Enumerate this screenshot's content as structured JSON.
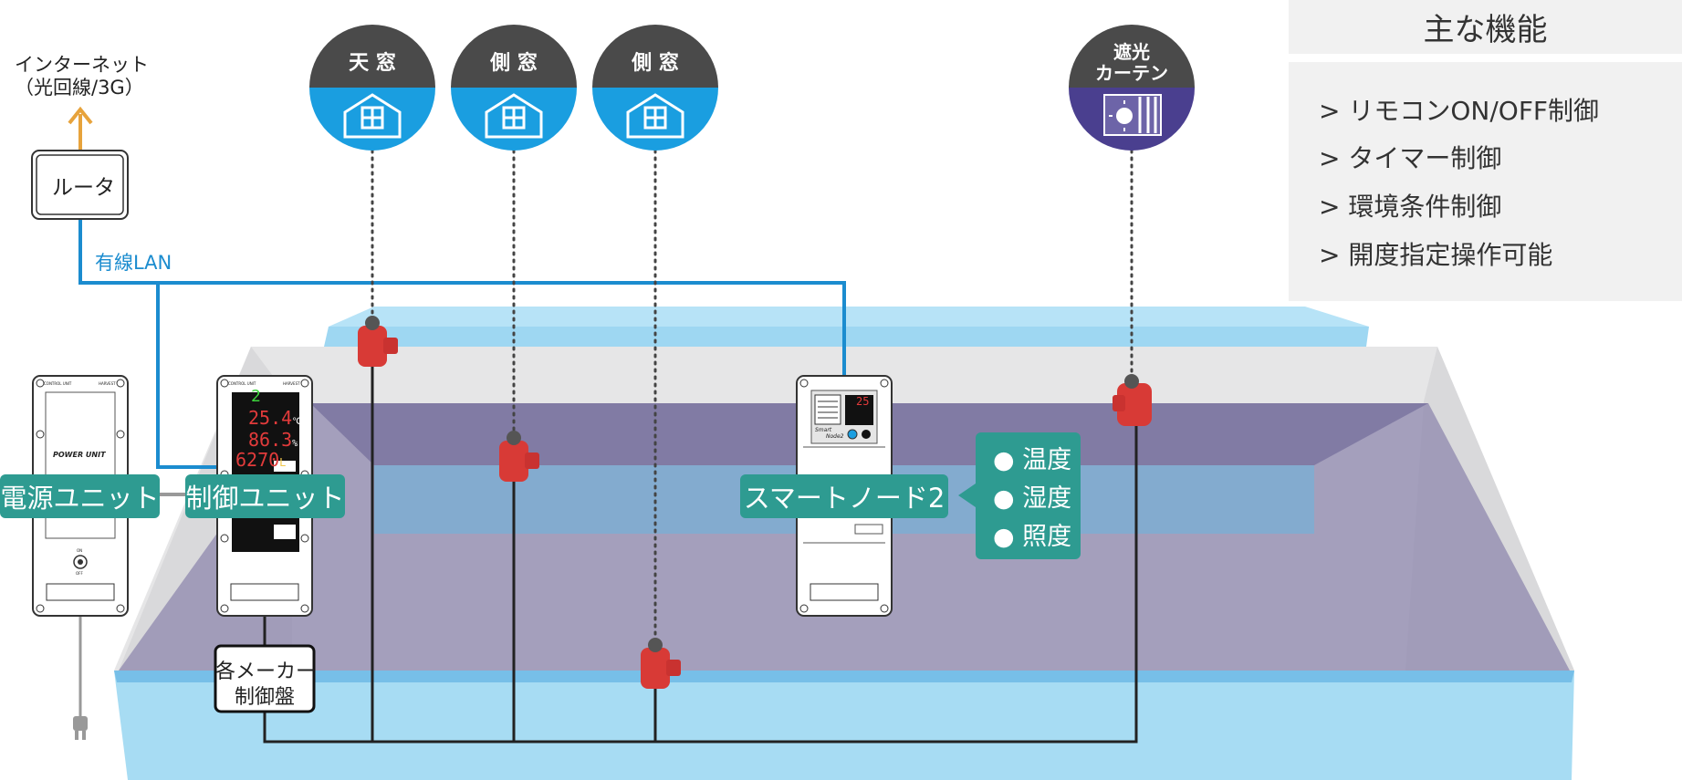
{
  "internet": {
    "line1": "インターネット",
    "line2": "（光回線/3G）"
  },
  "router": {
    "label": "ルータ"
  },
  "lan": {
    "label": "有線LAN"
  },
  "windows": [
    {
      "label": "天 窓"
    },
    {
      "label": "側 窓"
    },
    {
      "label": "側 窓"
    }
  ],
  "curtain": {
    "line1": "遮光",
    "line2": "カーテン"
  },
  "features": {
    "title": "主な機能",
    "items": [
      "> リモコンON/OFF制御",
      "> タイマー制御",
      "> 環境条件制御",
      "> 開度指定操作可能"
    ]
  },
  "units": {
    "power": "電源ユニット",
    "control": "制御ユニット",
    "smart_node": "スマートノード2"
  },
  "sensors": [
    "温度",
    "湿度",
    "照度"
  ],
  "maker_panel": {
    "line1": "各メーカー",
    "line2": "制御盤"
  },
  "power_device": {
    "brand": "POWER UNIT",
    "header_left": "CONTROL UNIT",
    "header_right": "HARVEST",
    "on": "ON",
    "off": "OFF"
  },
  "control_device": {
    "header_left": "CONTROL UNIT",
    "header_right": "HARVEST",
    "row0": "2",
    "temp": "25.4",
    "temp_unit": "℃",
    "hum": "86.3",
    "hum_unit": "%",
    "light": "6270",
    "light_unit": "L"
  },
  "smart_device": {
    "display": "25",
    "brand_line1": "Smart",
    "brand_line2": "Node2"
  },
  "colors": {
    "accent_teal": "#2e9b91",
    "lan_blue": "#1b8ccf",
    "window_blue": "#1a9ee0",
    "curtain_purple": "#4a3f8f",
    "circle_dark": "#4a4a4a",
    "motor_red": "#d83a36",
    "arrow_orange": "#e7a33c"
  }
}
